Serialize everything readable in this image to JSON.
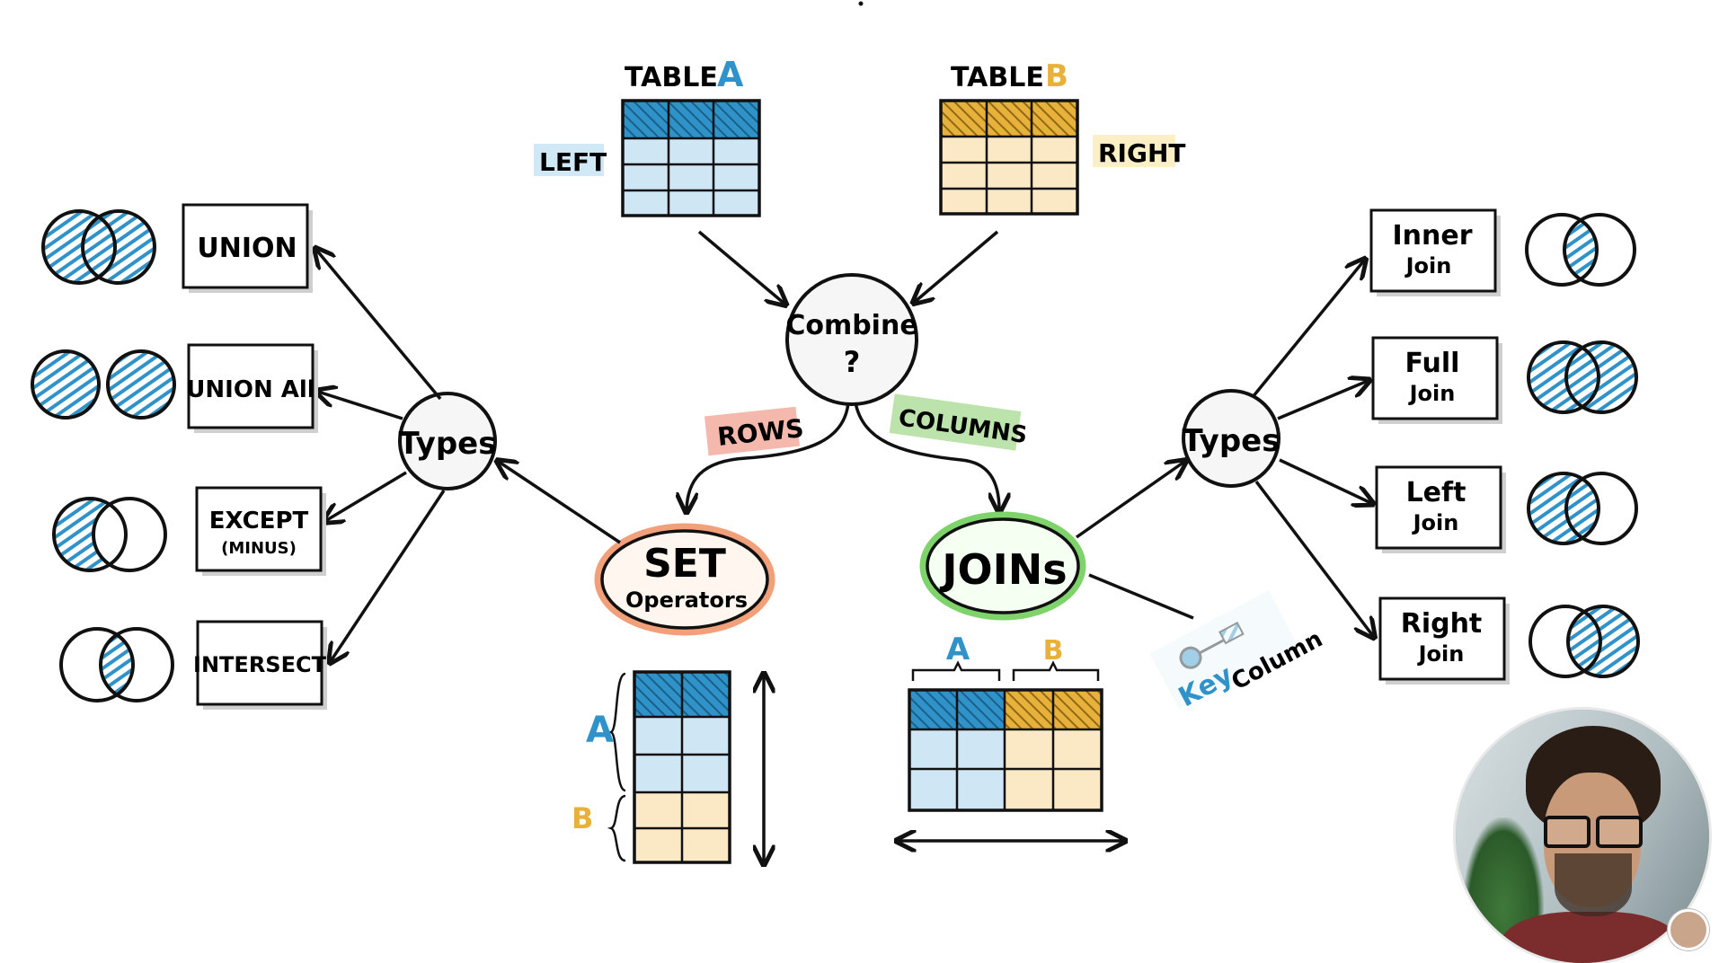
{
  "tables": {
    "a_title": "TABLE",
    "a_letter": "A",
    "b_title": "TABLE",
    "b_letter": "B",
    "left_label": "LEFT",
    "right_label": "RIGHT"
  },
  "center": {
    "combine_line1": "Combine",
    "combine_line2": "?"
  },
  "branches": {
    "rows": "ROWS",
    "columns": "COLUMNS"
  },
  "set_operators": {
    "line1": "SET",
    "line2": "Operators",
    "types": "Types",
    "items": [
      {
        "label": "UNION",
        "sub": ""
      },
      {
        "label": "UNION All",
        "sub": ""
      },
      {
        "label": "EXCEPT",
        "sub": "(MINUS)"
      },
      {
        "label": "INTERSECT",
        "sub": ""
      }
    ],
    "stack_a": "A",
    "stack_b": "B"
  },
  "joins": {
    "label": "JOINs",
    "types": "Types",
    "key_column_line1": "Key",
    "key_column_line2": "Column",
    "side_a": "A",
    "side_b": "B",
    "items": [
      {
        "line1": "Inner",
        "line2": "Join"
      },
      {
        "line1": "Full",
        "line2": "Join"
      },
      {
        "line1": "Left",
        "line2": "Join"
      },
      {
        "line1": "Right",
        "line2": "Join"
      }
    ]
  },
  "colors": {
    "blue": "#2f93c9",
    "blue_light": "#cfe6f5",
    "yellow": "#e7b13b",
    "yellow_light": "#fbe9c5",
    "rows_chip": "#f4b4a8",
    "columns_chip": "#b8e2a6",
    "left_chip": "#cfe8f6",
    "right_chip": "#fbeec2",
    "set_ring": "#f2a07a",
    "joins_ring": "#7fd36b"
  },
  "icons": {
    "presenter": "presenter-webcam",
    "key": "key-icon"
  }
}
